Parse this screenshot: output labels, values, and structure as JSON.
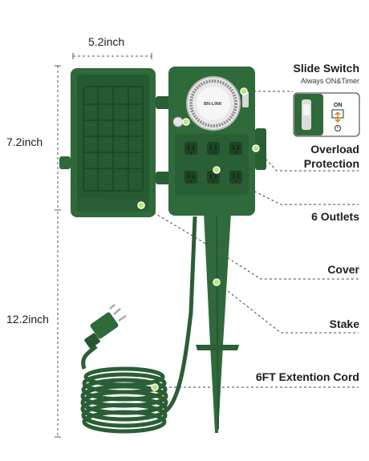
{
  "dimensions": {
    "width": "5.2inch",
    "top_height": "7.2inch",
    "stake_height": "12.2inch"
  },
  "brand": "BN-LINK",
  "callouts": {
    "slide_switch": {
      "title": "Slide Switch",
      "subtitle": "Always ON&Timer"
    },
    "overload": {
      "line1": "Overload",
      "line2": "Protection"
    },
    "outlets": "6 Outlets",
    "cover": "Cover",
    "stake": "Stake",
    "cord": "6FT Extention Cord"
  },
  "switch_detail": {
    "on_label": "ON"
  },
  "colors": {
    "product_green": "#2f6b3a",
    "dark_green": "#224f2b",
    "marker_green": "#b6e86a",
    "background": "#ffffff"
  }
}
